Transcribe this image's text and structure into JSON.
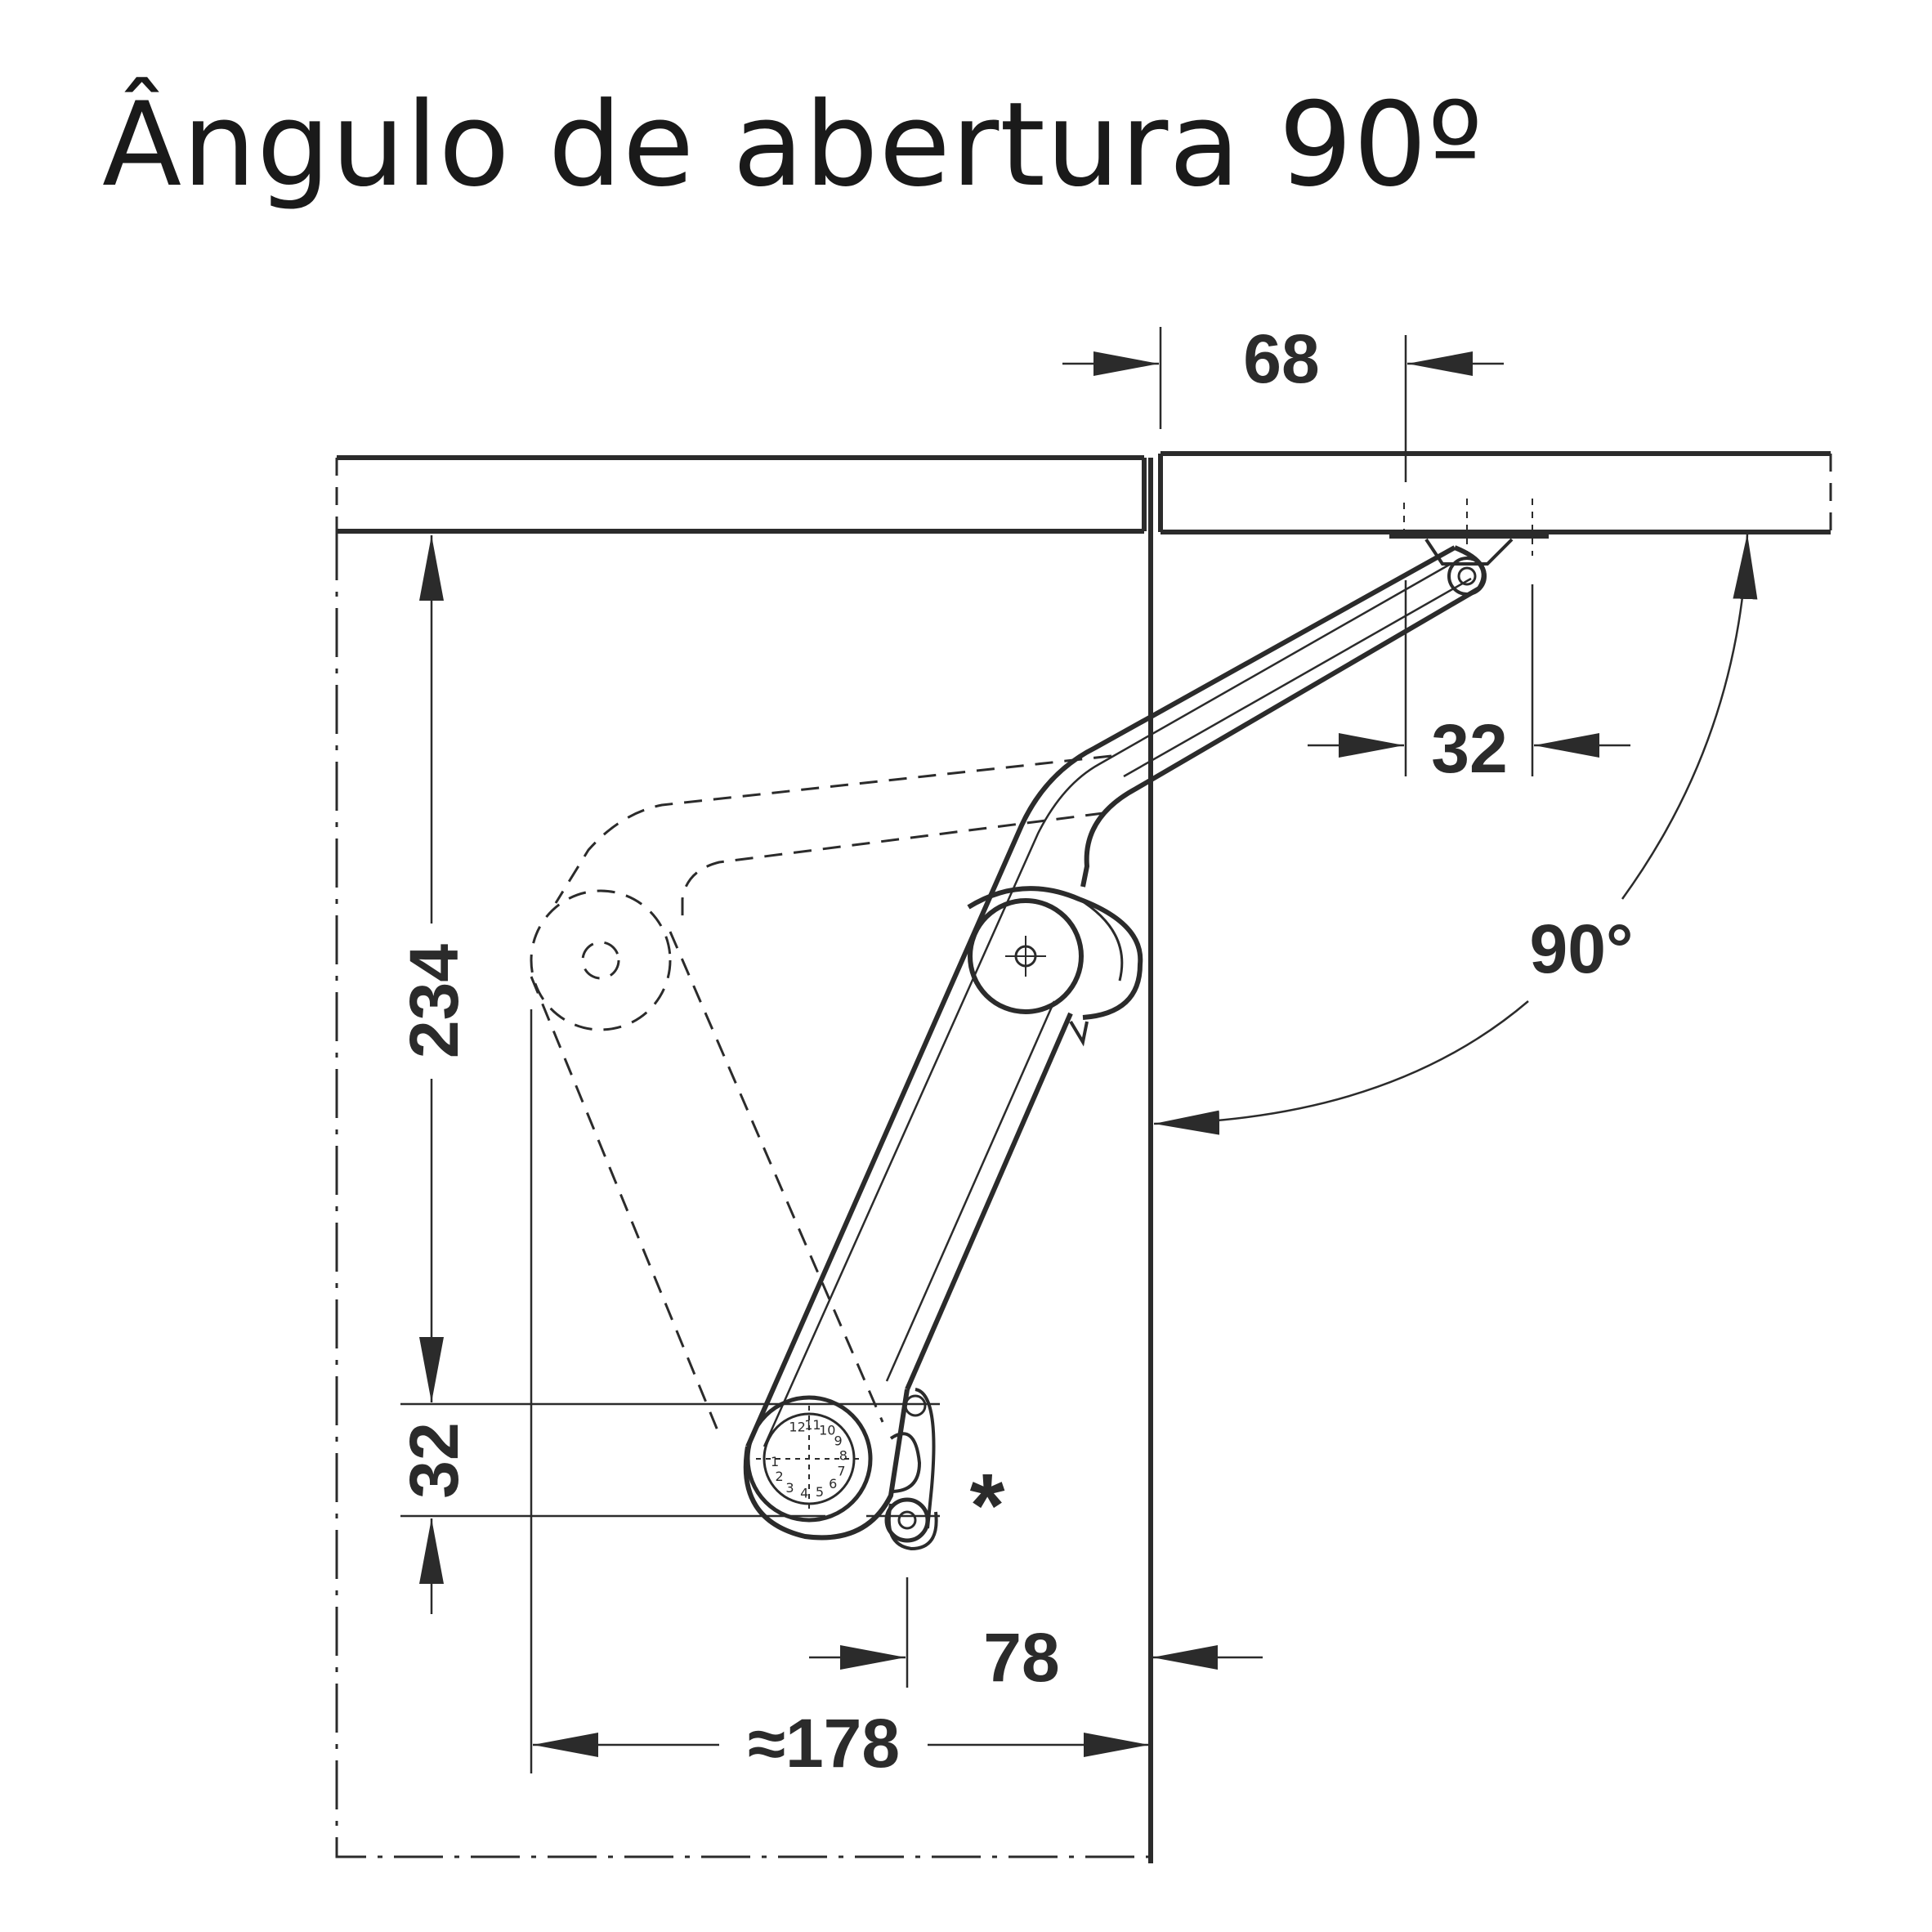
{
  "title": "Ângulo de abertura 90º",
  "dimensions": {
    "top_offset": "68",
    "hinge_offset": "32",
    "angle": "90°",
    "height": "234",
    "bottom_offset": "32",
    "side_offset": "78",
    "width": "≈178",
    "note": "*"
  },
  "dial_numbers": [
    "12",
    "11",
    "10",
    "9",
    "8",
    "7",
    "6",
    "5",
    "4",
    "3",
    "2",
    "1"
  ],
  "colors": {
    "line": "#2b2b2b",
    "background": "#ffffff"
  }
}
